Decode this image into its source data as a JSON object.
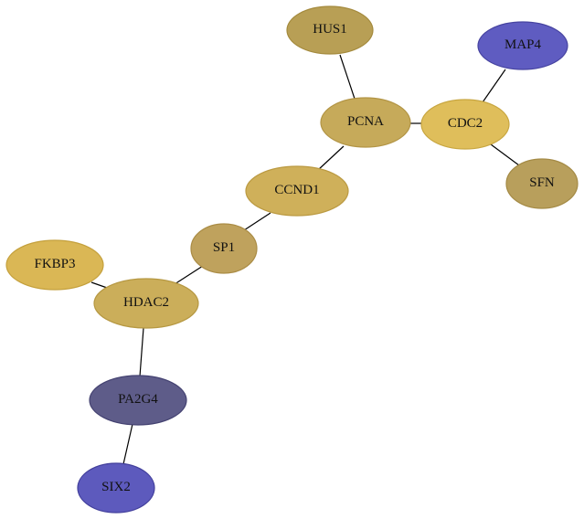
{
  "nodes": {
    "hus1": {
      "label": "HUS1",
      "fill": "#b89f55",
      "stroke": "#a48a3d"
    },
    "map4": {
      "label": "MAP4",
      "fill": "#5f5cc1",
      "stroke": "#4643a0"
    },
    "pcna": {
      "label": "PCNA",
      "fill": "#c6aa5a",
      "stroke": "#b29444"
    },
    "cdc2": {
      "label": "CDC2",
      "fill": "#dfbe5b",
      "stroke": "#c8a640"
    },
    "sfn": {
      "label": "SFN",
      "fill": "#b89f5c",
      "stroke": "#a48a45"
    },
    "ccnd1": {
      "label": "CCND1",
      "fill": "#cfb05a",
      "stroke": "#bb9a42"
    },
    "sp1": {
      "label": "SP1",
      "fill": "#bfa25d",
      "stroke": "#aa8c45"
    },
    "fkbp3": {
      "label": "FKBP3",
      "fill": "#dab755",
      "stroke": "#c4a03c"
    },
    "hdac2": {
      "label": "HDAC2",
      "fill": "#cbae5a",
      "stroke": "#b69842"
    },
    "pa2g4": {
      "label": "PA2G4",
      "fill": "#5e5c89",
      "stroke": "#444271"
    },
    "six2": {
      "label": "SIX2",
      "fill": "#5d5abd",
      "stroke": "#43409c"
    }
  },
  "edges": [
    [
      "hus1",
      "pcna"
    ],
    [
      "pcna",
      "cdc2"
    ],
    [
      "map4",
      "cdc2"
    ],
    [
      "cdc2",
      "sfn"
    ],
    [
      "pcna",
      "ccnd1"
    ],
    [
      "ccnd1",
      "sp1"
    ],
    [
      "sp1",
      "hdac2"
    ],
    [
      "fkbp3",
      "hdac2"
    ],
    [
      "hdac2",
      "pa2g4"
    ],
    [
      "pa2g4",
      "six2"
    ]
  ]
}
